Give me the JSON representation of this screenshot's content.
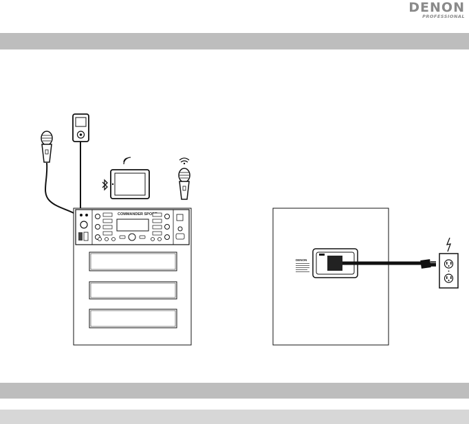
{
  "brand": {
    "name": "DENON",
    "tagline": "PROFESSIONAL"
  },
  "speaker": {
    "model_label": "COMMANDER SPORT"
  },
  "rear_panel": {
    "label": "DENON"
  },
  "colors": {
    "section_bar": "#bdbdbd",
    "sub_bar": "#d7d7d7",
    "logo": "#8a8a8a",
    "line": "#111111"
  },
  "icons": [
    "microphone-icon",
    "media-player-icon",
    "tablet-icon",
    "wireless-microphone-icon",
    "bluetooth-icon",
    "wifi-icon",
    "power-outlet-icon",
    "lightning-icon"
  ]
}
